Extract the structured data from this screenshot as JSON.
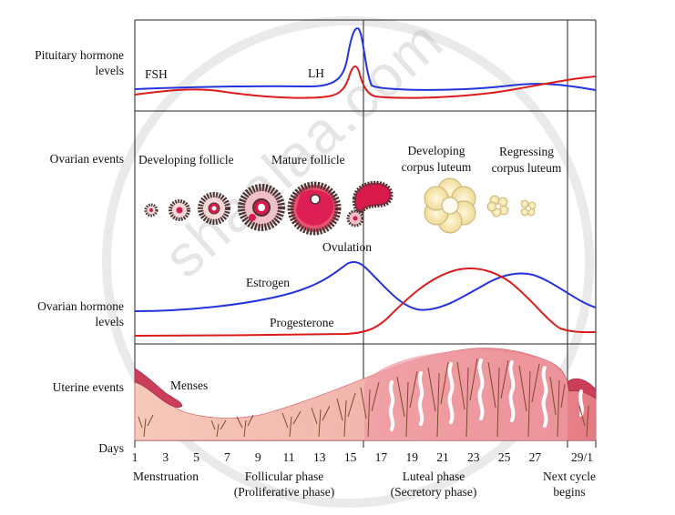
{
  "rows": {
    "pituitary": "Pituitary hormone levels",
    "ovarian_events": "Ovarian events",
    "ovarian_hormones": "Ovarian hormone levels",
    "uterine": "Uterine events",
    "days": "Days"
  },
  "hormones": {
    "fsh": "FSH",
    "lh": "LH",
    "estrogen": "Estrogen",
    "progesterone": "Progesterone"
  },
  "ovary": {
    "developing_follicle": "Developing follicle",
    "mature_follicle": "Mature follicle",
    "ovulation": "Ovulation",
    "developing_corpus_luteum": "Developing corpus luteum",
    "regressing_corpus_luteum": "Regressing corpus luteum"
  },
  "uterus": {
    "menses": "Menses"
  },
  "day_ticks": [
    "1",
    "3",
    "5",
    "7",
    "9",
    "11",
    "13",
    "15",
    "17",
    "19",
    "21",
    "23",
    "25",
    "27",
    "29/1"
  ],
  "phases": {
    "menstruation": "Menstruation",
    "follicular": "Follicular phase (Proliferative phase)",
    "luteal": "Luteal phase (Secretory phase)",
    "next_cycle": "Next cycle begins"
  },
  "watermark": "shaalaa.com",
  "colors": {
    "lh_estrogen": "#2233dd",
    "fsh_progesterone": "#dd1a1a",
    "follicle_dark": "#4a3535",
    "follicle_fill": "#d81a4a",
    "corpus_luteum": "#f3e3a3",
    "endometrium_pink": "#f0a3a8",
    "endometrium_deep": "#e0606b",
    "vessel": "#7a4a2a"
  }
}
